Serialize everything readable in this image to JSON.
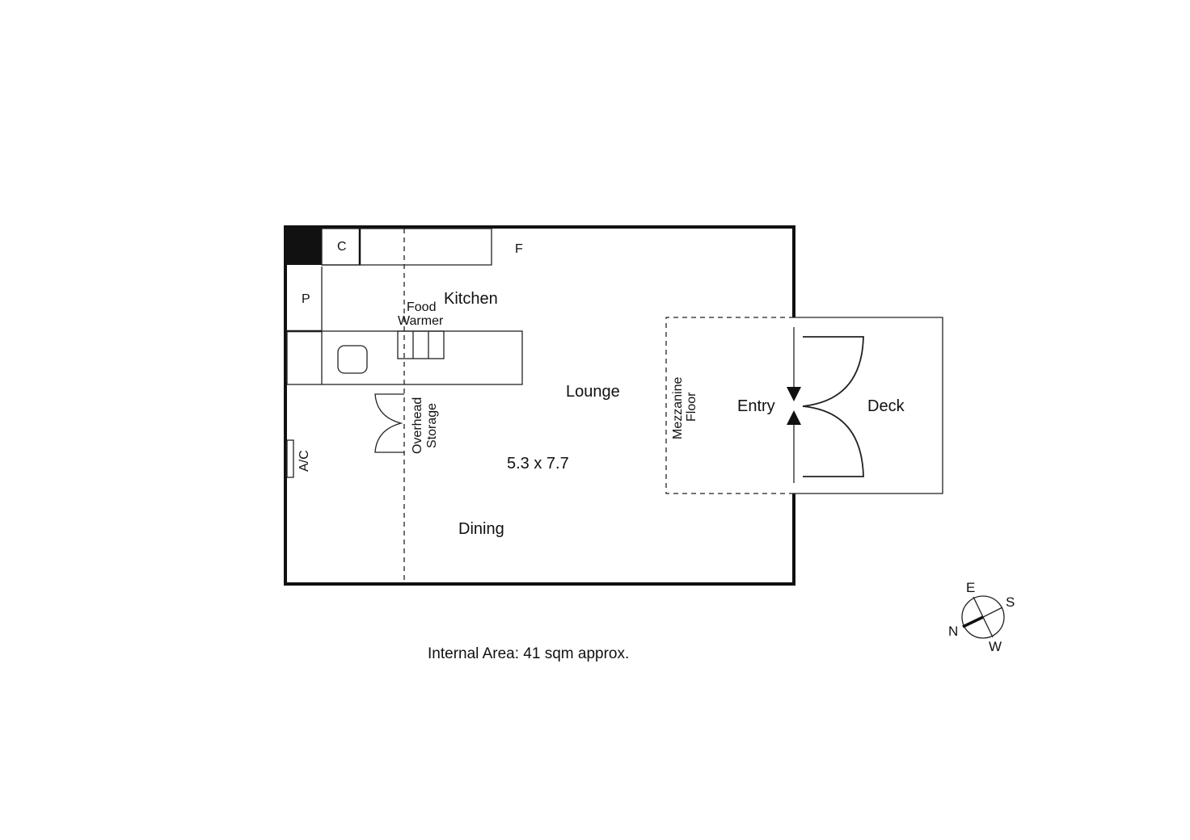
{
  "plan": {
    "rooms": {
      "kitchen": "Kitchen",
      "lounge": "Lounge",
      "dining": "Dining",
      "entry": "Entry",
      "deck": "Deck",
      "dimensions": "5.3 x 7.7"
    },
    "fixtures": {
      "cupboard": "C",
      "fridge": "F",
      "pantry": "P",
      "food_warmer_line1": "Food",
      "food_warmer_line2": "Warmer",
      "overhead_line1": "Overhead",
      "overhead_line2": "Storage",
      "ac": "A/C",
      "mezzanine_line1": "Mezzanine",
      "mezzanine_line2": "Floor"
    },
    "internal_area": "Internal Area:  41 sqm approx.",
    "compass": {
      "e": "E",
      "s": "S",
      "n": "N",
      "w": "W"
    }
  },
  "colors": {
    "ink": "#111111",
    "background": "#ffffff"
  }
}
